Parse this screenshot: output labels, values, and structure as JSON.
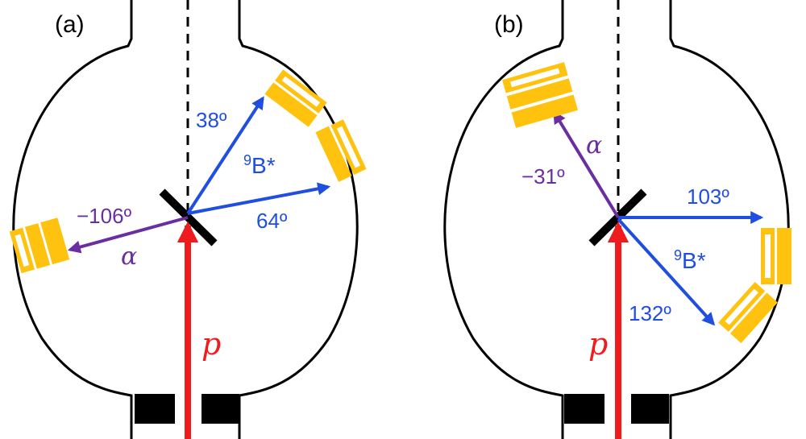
{
  "colors": {
    "outline": "#000000",
    "beam": "#ee1c1c",
    "boron": "#1f4ee0",
    "alpha": "#6a2ea0",
    "detector": "#ffc20e",
    "target": "#000000"
  },
  "panels": {
    "a": {
      "label": "(a)",
      "beam_label": "p",
      "alpha_label": "α",
      "alpha_angle": "−106º",
      "boron_label_number": "9",
      "boron_label_symbol": "B*",
      "boron_angle_1": "38º",
      "boron_angle_2": "64º"
    },
    "b": {
      "label": "(b)",
      "beam_label": "p",
      "alpha_label": "α",
      "alpha_angle": "−31º",
      "boron_label_number": "9",
      "boron_label_symbol": "B*",
      "boron_angle_1": "103º",
      "boron_angle_2": "132º"
    }
  }
}
